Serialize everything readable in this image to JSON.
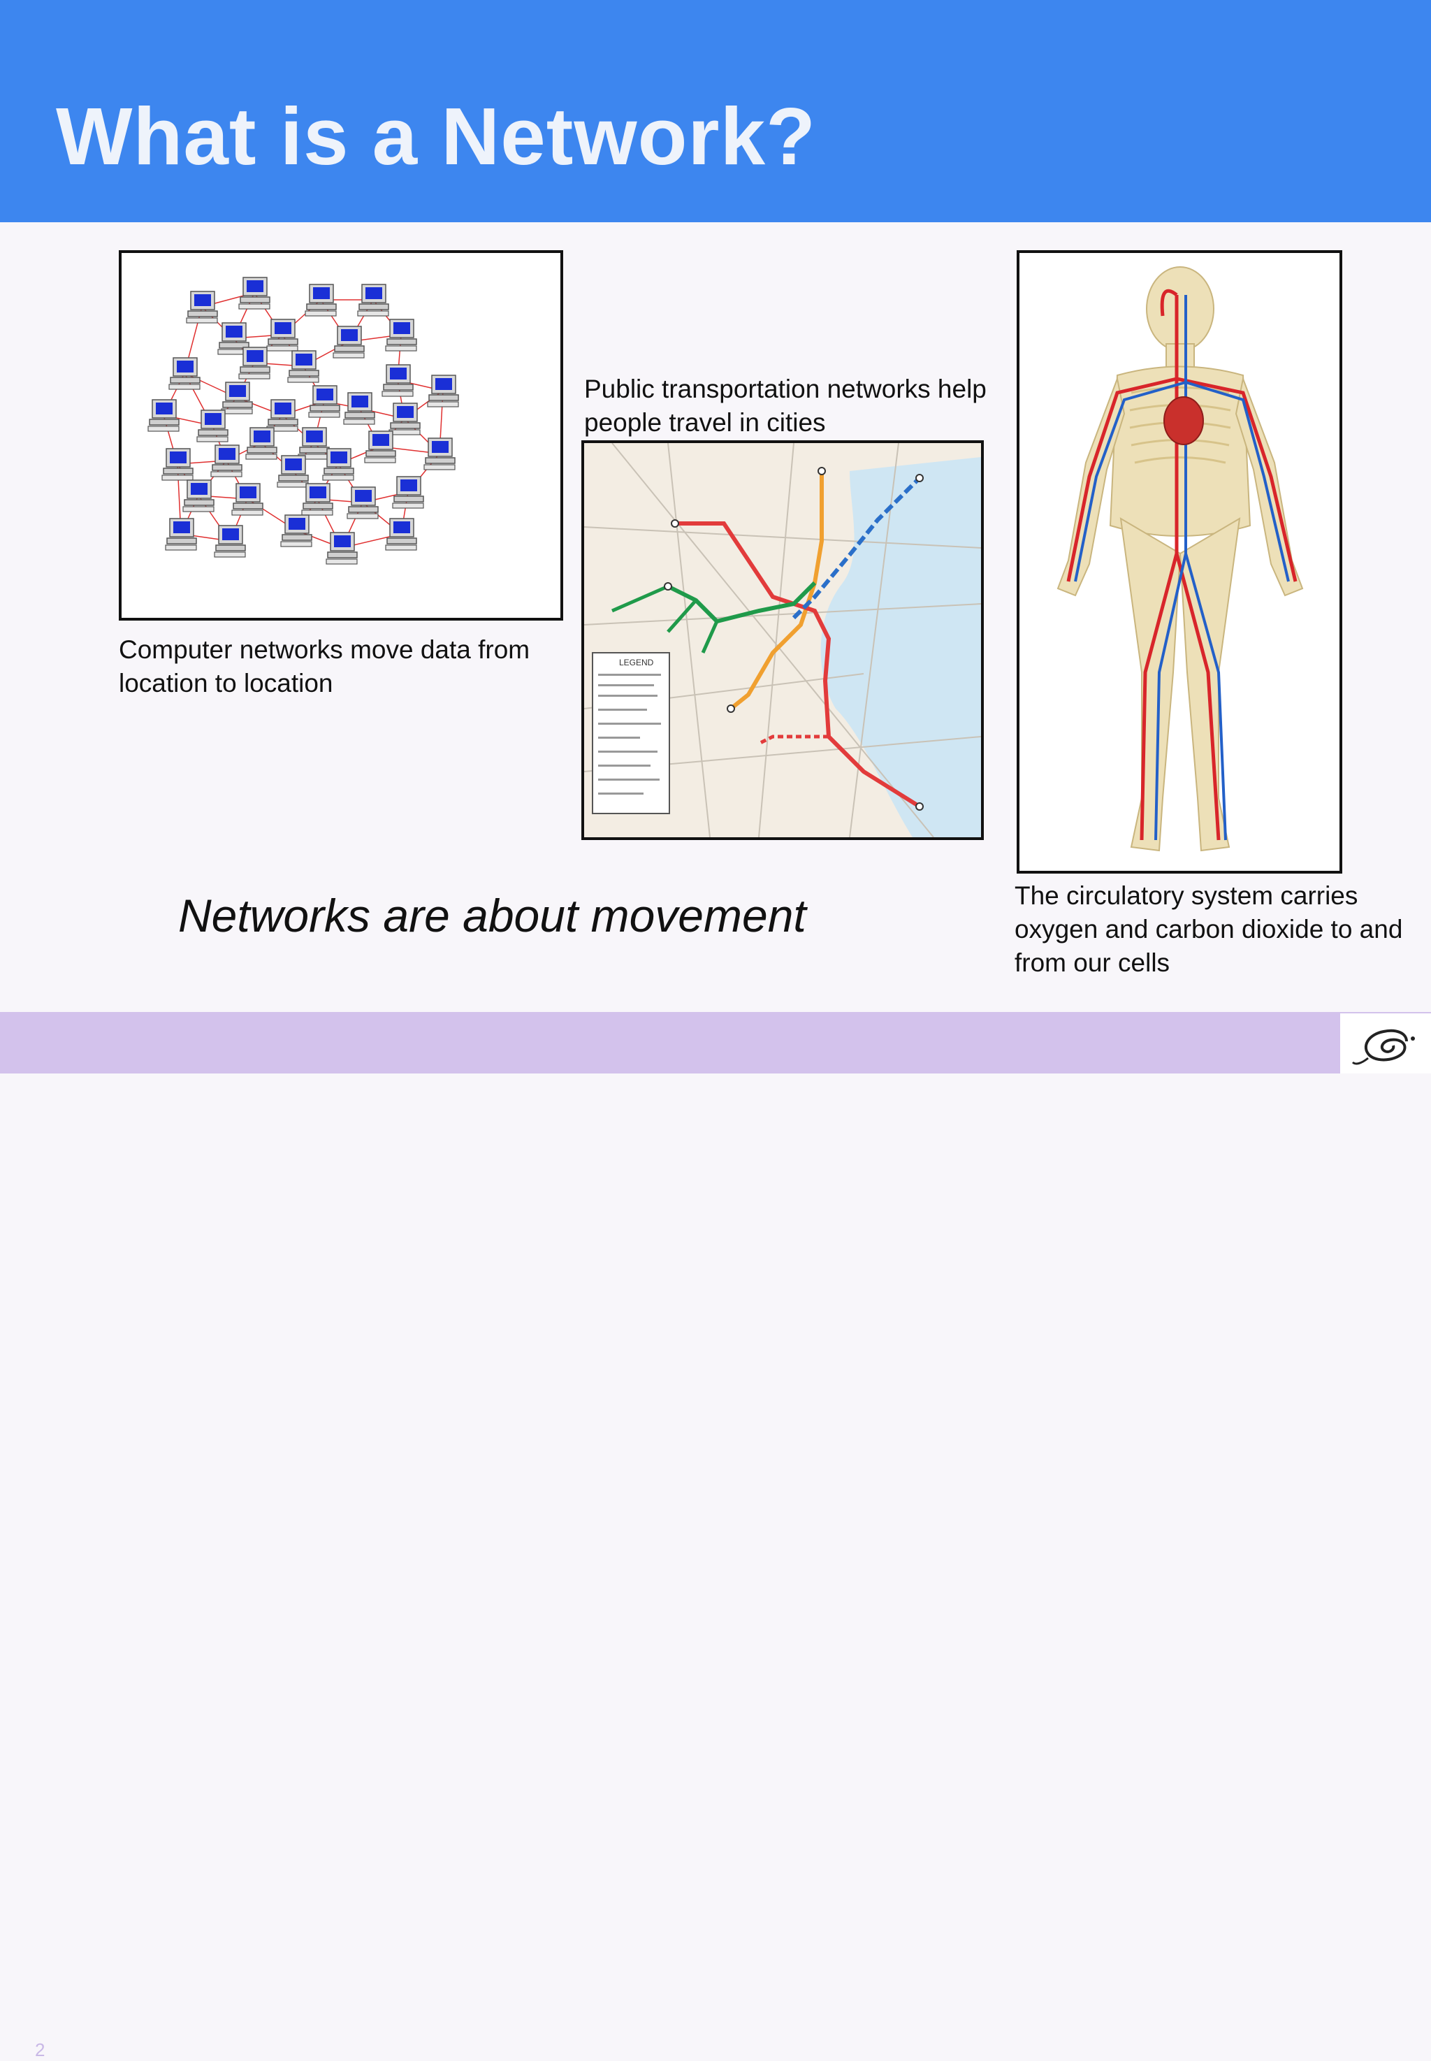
{
  "slide": {
    "title": "What is a Network?",
    "tagline": "Networks are about movement",
    "slide_number": "2"
  },
  "panels": {
    "computer": {
      "caption": "Computer networks move data from location to location"
    },
    "transit": {
      "caption": "Public transportation networks help people travel in cities",
      "legend_label": "LEGEND"
    },
    "body": {
      "caption": "The circulatory system carries oxygen and carbon dioxide to and from our cells"
    }
  },
  "colors": {
    "header": "#3d86ef",
    "footer": "#d3c2ec",
    "link_red": "#e03030",
    "transit_red": "#e23b3b",
    "transit_orange": "#f0a030",
    "transit_green": "#1f9a4a",
    "transit_blue": "#2a6fc9",
    "artery_red": "#d8252a",
    "vein_blue": "#2360c8"
  }
}
